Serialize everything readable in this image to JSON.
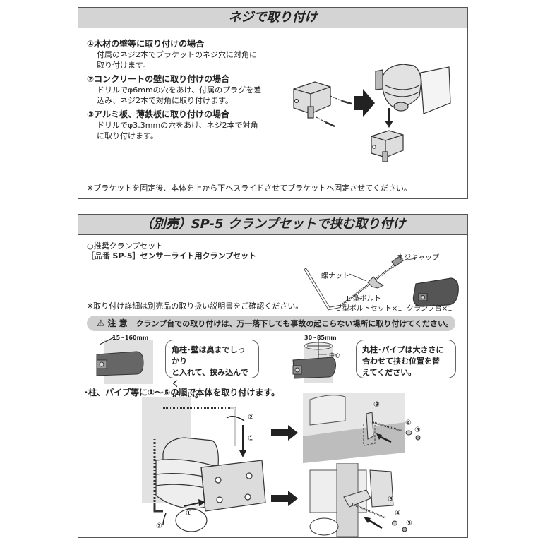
{
  "section1": {
    "title": "ネジで取り付け",
    "cases": [
      {
        "title": "①木材の壁等に取り付けの場合",
        "body_lines": [
          "付属のネジ2本でブラケットのネジ穴に対角に",
          "取り付けます。"
        ]
      },
      {
        "title": "②コンクリートの壁に取り付けの場合",
        "body_lines": [
          "ドリルでφ6mmの穴をあけ、付属のプラグを差",
          "込み、ネジ2本で対角に取り付けます。"
        ]
      },
      {
        "title": "③アルミ板、薄鉄板に取り付けの場合",
        "body_lines": [
          "ドリルでφ3.3mmの穴をあけ、ネジ2本で対角",
          "に取り付けます。"
        ]
      }
    ],
    "footnote": "※ブラケットを固定後、本体を上から下へスライドさせてブラケットへ固定させてください。"
  },
  "section2": {
    "title": "（別売）SP-5 クランプセットで挟む取り付け",
    "recommended_label": "○推奨クランプセット",
    "product_prefix": "［品番 ",
    "product_code": "SP-5",
    "product_suffix": "］センサーライト用クランプセット",
    "parts": {
      "cap_label": "ネジキャップ",
      "nut_label": "蝶ナット",
      "bolt_label": "L 型ボルト",
      "bolt_set_label": "L 型ボルトセット×1",
      "clamp_label": "クランプ台×1"
    },
    "detail_note": "※取り付け詳細は別売品の取り扱い説明書をご確認ください。",
    "caution": {
      "icon": "warning-triangle-icon",
      "label": "注 意",
      "text": "クランプ台での取り付けは、万一落下しても事故の起こらない場所に取り付けてください。"
    },
    "square_post": {
      "range": "15~160mm",
      "bubble_lines": [
        "角柱･壁は奥までしっかり",
        "と入れて、挟み込んでく",
        "ださい。"
      ]
    },
    "round_post": {
      "range": "30~85mm",
      "center_label": "中心",
      "bubble_lines": [
        "丸柱･パイプは大きさに",
        "合わせて挟む位置を替",
        "えてください。"
      ]
    },
    "steps_heading": "･柱、パイプ等に①～⑤の順で本体を取り付けます。",
    "step_marks": [
      "①",
      "②",
      "③",
      "④",
      "⑤"
    ]
  }
}
